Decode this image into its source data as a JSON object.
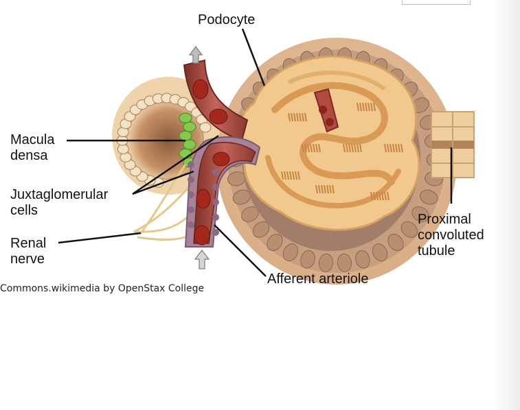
{
  "labels": {
    "podocyte": "Podocyte",
    "macula_densa": [
      "Macula",
      "densa"
    ],
    "juxtaglomerular_cells": [
      "Juxtaglomerular",
      "cells"
    ],
    "renal_nerve": [
      "Renal",
      "nerve"
    ],
    "afferent_arteriole": "Afferent arteriole",
    "proximal_convoluted_tubule": [
      "Proximal",
      "convoluted",
      "tubule"
    ]
  },
  "credit": "Commons.wikimedia by OpenStax College",
  "colors": {
    "capsule_outer": "#e9c9a6",
    "capsule_wall": "#c9a380",
    "capsule_cells": "#a77e62",
    "glomerulus": "#f0c98e",
    "glomerulus_dark": "#d79b55",
    "arteriole": "#b9564a",
    "red_blood_cell": "#9e2a1e",
    "macula_cells": "#7fc64a",
    "tubule": "#f2d3a6",
    "nerve": "#e8cf8f",
    "jg_cells": "#a77d93"
  }
}
